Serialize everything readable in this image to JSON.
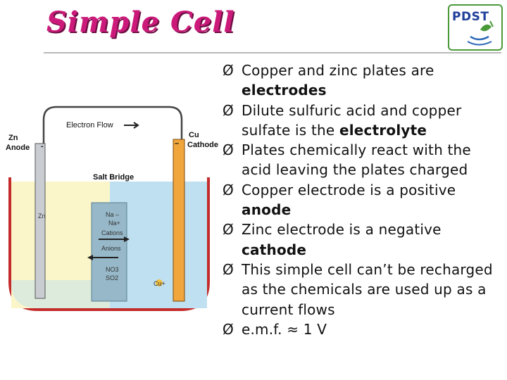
{
  "header": {
    "title": "Simple Cell",
    "logo_text": "PDST"
  },
  "bullets": [
    {
      "pre": "Copper and zinc plates are ",
      "bold": "electrodes",
      "post": ""
    },
    {
      "pre": "Dilute sulfuric acid and copper sulfate is the ",
      "bold": "electrolyte",
      "post": ""
    },
    {
      "pre": "Plates chemically react with the acid leaving the plates charged",
      "bold": "",
      "post": ""
    },
    {
      "pre": "Copper electrode is a positive ",
      "bold": "anode",
      "post": ""
    },
    {
      "pre": "Zinc electrode is a negative ",
      "bold": "cathode",
      "post": ""
    },
    {
      "pre": "This simple cell can’t be recharged as the chemicals are used up as a current flows",
      "bold": "",
      "post": ""
    },
    {
      "pre": "e.m.f. ≈ 1 V",
      "bold": "",
      "post": ""
    }
  ],
  "bullet_marker": "Ø",
  "diagram": {
    "electron_flow": "Electron Flow",
    "zn_label": "Zn",
    "anode_label": "Anode",
    "zn_sign": "-",
    "cu_label": "Cu",
    "cathode_label": "Cathode",
    "cu_sign": "–",
    "salt_bridge": "Salt Bridge",
    "zn_ion_left": "Zn",
    "ion_na": "Na –",
    "ion_na2": "Na+",
    "cations": "Cations",
    "anions": "Anions",
    "ion_no3": "NO3",
    "ion_so4": "SO2",
    "cu_ion": "Cu+",
    "colors": {
      "left_solution": "#fbf6c9",
      "right_solution": "#bfe0f0",
      "container": "#c42b2b",
      "bridge": "#96b8c8",
      "cu_electrode": "#f0a63c"
    }
  }
}
